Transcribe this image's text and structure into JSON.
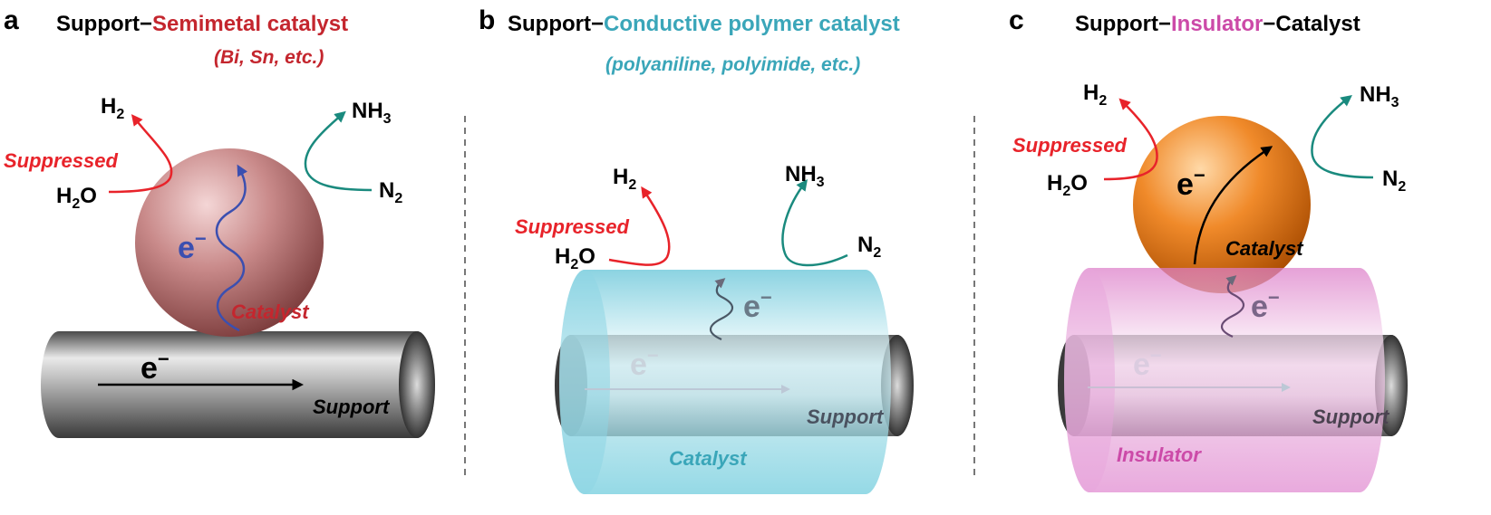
{
  "colors": {
    "semimetal": "#c4262e",
    "polymer": "#3aa6b9",
    "insulator": "#cc4aa8",
    "suppressed": "#e8232a",
    "h2_arrow": "#e8232a",
    "nh3_arrow": "#1a8a7e",
    "electron_path_a": "#3b4fb0"
  },
  "panels": [
    {
      "letter": "a",
      "title_prefix": "Support−",
      "title_highlight": "Semimetal catalyst",
      "title_suffix": "",
      "subtitle": "(Bi, Sn, etc.)",
      "suppressed": "Suppressed",
      "catalyst_label": "Catalyst",
      "support_label": "Support",
      "insulator_label": ""
    },
    {
      "letter": "b",
      "title_prefix": "Support−",
      "title_highlight": "Conductive polymer catalyst",
      "title_suffix": "",
      "subtitle": "(polyaniline, polyimide, etc.)",
      "suppressed": "Suppressed",
      "catalyst_label": "Catalyst",
      "support_label": "Support",
      "insulator_label": ""
    },
    {
      "letter": "c",
      "title_prefix": "Support−",
      "title_highlight": "Insulator",
      "title_suffix": "−Catalyst",
      "subtitle": "",
      "suppressed": "Suppressed",
      "catalyst_label": "Catalyst",
      "support_label": "Support",
      "insulator_label": "Insulator"
    }
  ],
  "species": {
    "h2": "H",
    "h2_sub": "2",
    "h2o_a": "H",
    "h2o_sub": "2",
    "h2o_b": "O",
    "nh3": "NH",
    "nh3_sub": "3",
    "n2": "N",
    "n2_sub": "2"
  },
  "electron": {
    "e": "e",
    "sup": "−"
  }
}
